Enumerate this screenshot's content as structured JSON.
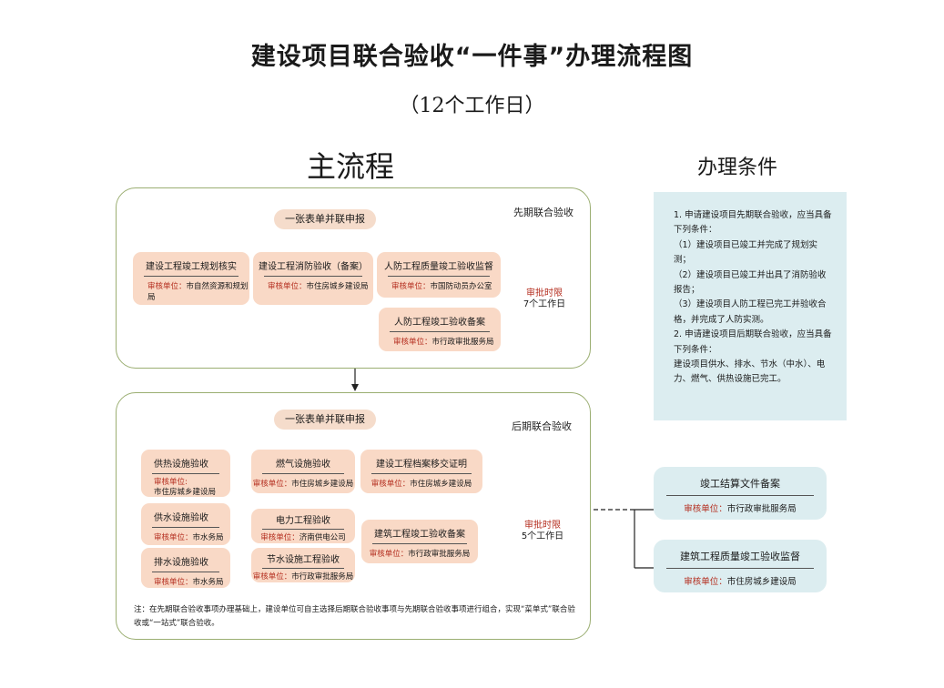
{
  "title": "建设项目联合验收“一件事”办理流程图",
  "subtitle": "（12个工作日）",
  "main_heading": "主流程",
  "conditions_heading": "办理条件",
  "unit_prefix": "审核单位：",
  "unit_prefix_colon": "审核单位:",
  "early": {
    "label": "先期联合验收",
    "submit": "一张表单并联申报",
    "limit_title": "审批时限",
    "limit_days": "7个工作日",
    "items": [
      {
        "title": "建设工程竣工规划核实",
        "unit": "市自然资源和规划局"
      },
      {
        "title": "建设工程消防验收（备案）",
        "unit": "市住房城乡建设局"
      },
      {
        "title": "人防工程质量竣工验收监督",
        "unit": "市国防动员办公室"
      },
      {
        "title": "人防工程竣工验收备案",
        "unit": "市行政审批服务局"
      }
    ]
  },
  "late": {
    "label": "后期联合验收",
    "submit": "一张表单并联申报",
    "limit_title": "审批时限",
    "limit_days": "5个工作日",
    "items": [
      {
        "title": "供热设施验收",
        "unit": "市住房城乡建设局"
      },
      {
        "title": "燃气设施验收",
        "unit": "市住房城乡建设局"
      },
      {
        "title": "建设工程档案移交证明",
        "unit": "市住房城乡建设局"
      },
      {
        "title": "供水设施验收",
        "unit": "市水务局"
      },
      {
        "title": "电力工程验收",
        "unit": "济南供电公司"
      },
      {
        "title": "建筑工程竣工验收备案",
        "unit": "市行政审批服务局"
      },
      {
        "title": "排水设施验收",
        "unit": "市水务局"
      },
      {
        "title": "节水设施工程验收",
        "unit": "市行政审批服务局"
      }
    ]
  },
  "conditions": [
    "1. 申请建设项目先期联合验收，应当具备下列条件：",
    "（1）建设项目已竣工并完成了规划实测；",
    "（2）建设项目已竣工并出具了消防验收报告；",
    "（3）建设项目人防工程已完工并验收合格，并完成了人防实测。",
    "2. 申请建设项目后期联合验收，应当具备下列条件：",
    "建设项目供水、排水、节水（中水）、电力、燃气、供热设施已完工。"
  ],
  "side_cards": [
    {
      "title": "竣工结算文件备案",
      "unit": "市行政审批服务局"
    },
    {
      "title": "建筑工程质量竣工验收监督",
      "unit": "市住房城乡建设局"
    }
  ],
  "note": "注：在先期联合验收事项办理基础上，建设单位可自主选择后期联合验收事项与先期联合验收事项进行组合，实现“菜单式”联合验收或“一站式”联合验收。",
  "colors": {
    "card_fill": "#f9d9c6",
    "pill_fill": "#f5dccb",
    "panel_border": "#9bae72",
    "side_fill": "#dcedf0",
    "accent_red": "#b42d1e"
  }
}
